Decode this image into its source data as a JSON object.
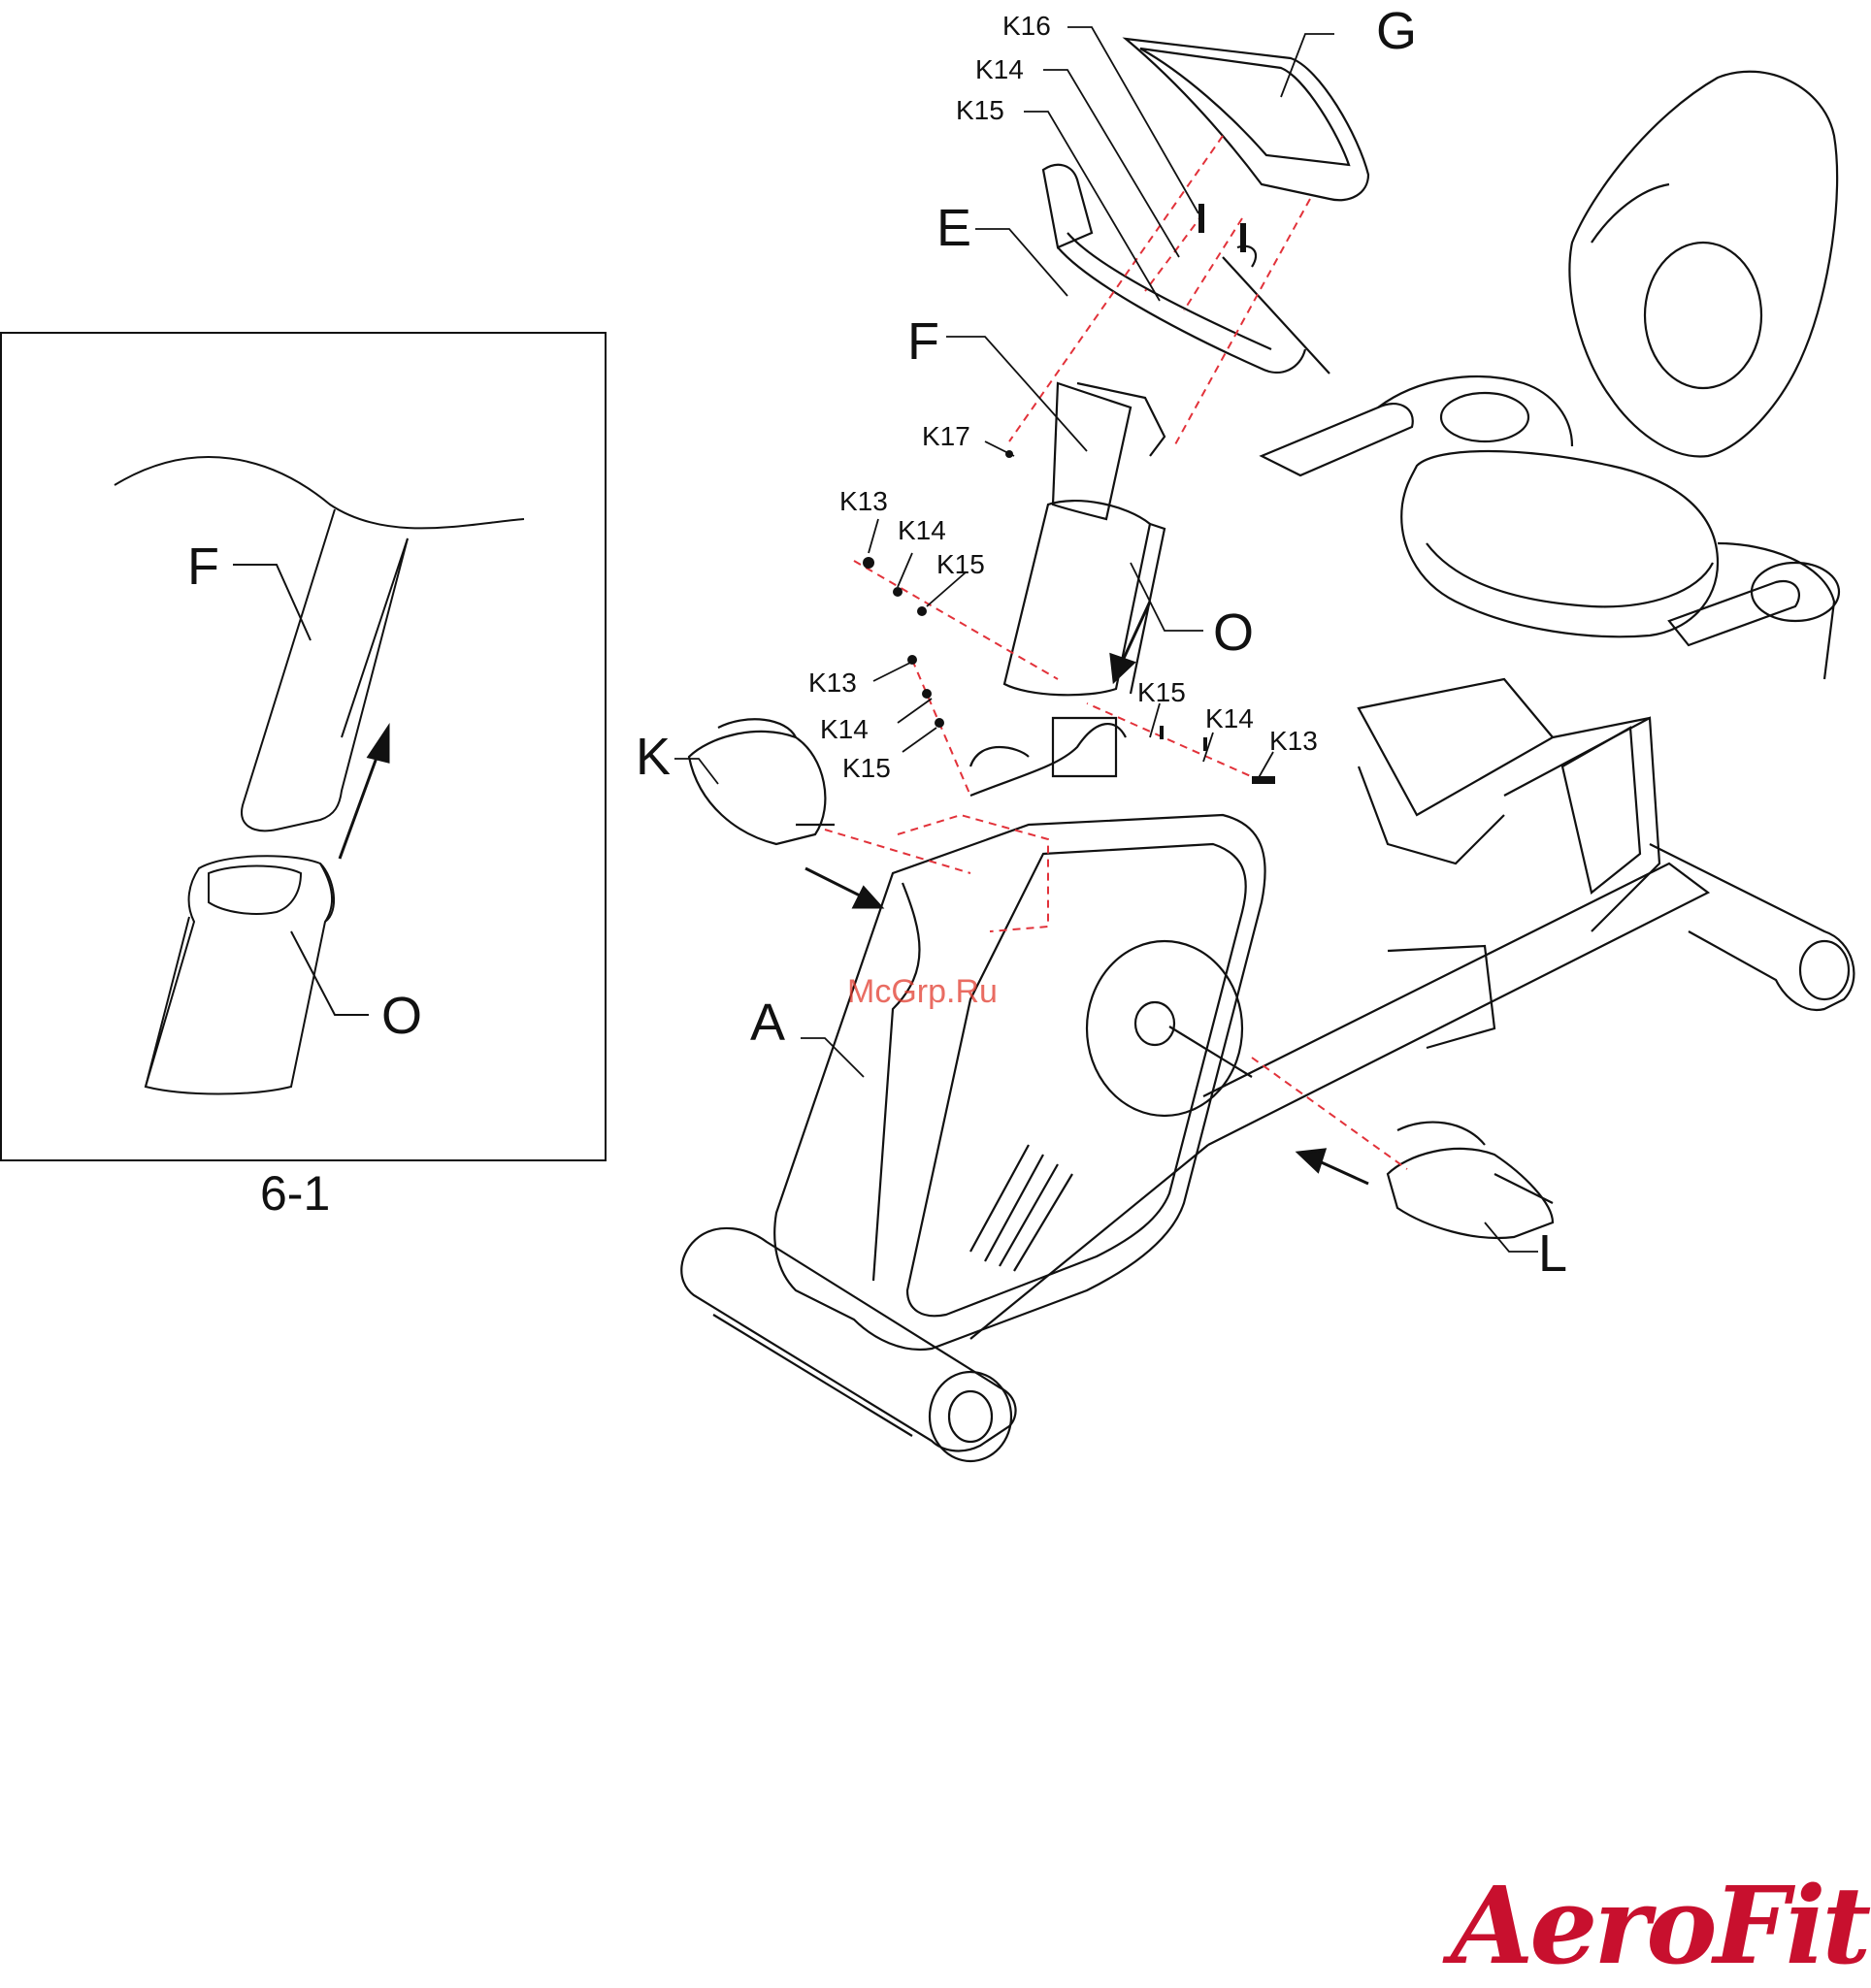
{
  "inset": {
    "caption": "6-1",
    "labels": {
      "F": "F",
      "O": "O"
    }
  },
  "main": {
    "labels": {
      "G": "G",
      "K16": "K16",
      "K14_top": "K14",
      "K15_top": "K15",
      "E": "E",
      "F": "F",
      "K17": "K17",
      "K13_a": "K13",
      "K14_a": "K14",
      "K15_a": "K15",
      "O": "O",
      "K13_b": "K13",
      "K14_b": "K14",
      "K15_b": "K15",
      "K15_c": "K15",
      "K14_c": "K14",
      "K13_c": "K13",
      "K": "K",
      "A": "A",
      "L": "L"
    }
  },
  "watermark": "McGrp.Ru",
  "logo": "AeroFit",
  "colors": {
    "line": "#111111",
    "dashed": "#e2323a",
    "logo": "#c8102e"
  }
}
